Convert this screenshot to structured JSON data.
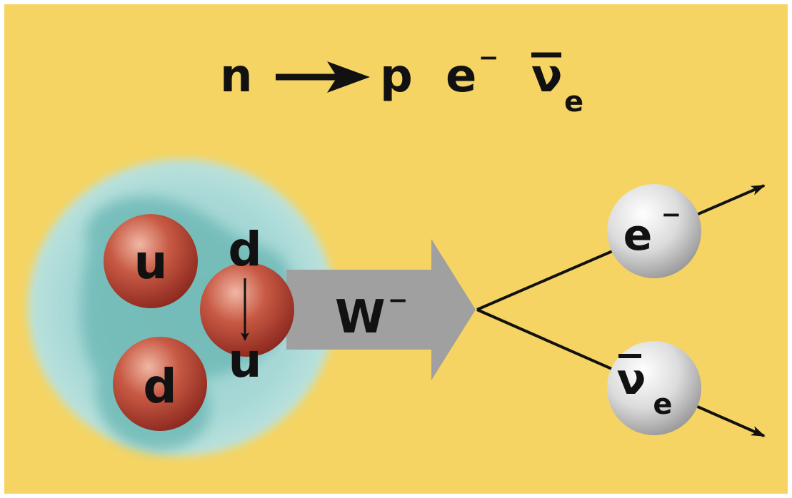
{
  "equation": {
    "neutron": "n",
    "proton": "p",
    "electron_symbol": "e",
    "electron_charge": "−",
    "antineutrino_symbol": "ν",
    "antineutrino_subscript": "e"
  },
  "quarks": {
    "upper_left": "u",
    "lower_left": "d",
    "changing_from": "d",
    "changing_to": "u"
  },
  "boson": {
    "symbol": "W",
    "charge": "−"
  },
  "products": {
    "electron_symbol": "e",
    "electron_charge": "−",
    "antineutrino_symbol": "ν",
    "antineutrino_subscript": "e"
  },
  "colors": {
    "background": "#f5d463",
    "nucleon_cloud_outer": "#a6d8d8",
    "nucleon_cloud_inner": "#6bb8b6",
    "quark": "#b5352a",
    "boson_arrow": "#a0a0a0",
    "lepton": "#d8d8d8",
    "lines": "#111111"
  }
}
